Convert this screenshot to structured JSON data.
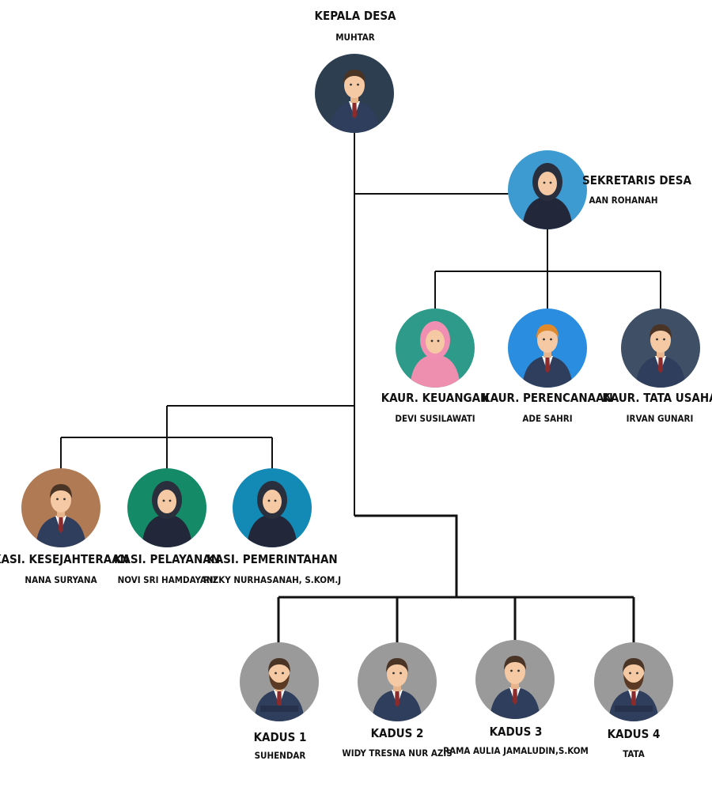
{
  "nodes": [
    {
      "id": "kepala",
      "title": "KEPALA DESA",
      "name": "MUHTAR",
      "color": "#2c3e50",
      "figure": "man-suit"
    },
    {
      "id": "sekretaris",
      "title": "SEKRETARIS DESA",
      "name": "AAN ROHANAH",
      "color": "#3d9bd1",
      "figure": "woman-hijab"
    },
    {
      "id": "keuangan",
      "title": "KAUR. KEUANGAN",
      "name": "DEVI SUSILAWATI",
      "color": "#2e9b8a",
      "figure": "woman-pink"
    },
    {
      "id": "perencanaan",
      "title": "KAUR. PERENCANAAN",
      "name": "ADE SAHRI",
      "color": "#2b8de0",
      "figure": "man-blonde"
    },
    {
      "id": "tatausaha",
      "title": "KAUR. TATA USAHA",
      "name": "IRVAN GUNARI",
      "color": "#3f4f66",
      "figure": "man-suit"
    },
    {
      "id": "kesejahteraan",
      "title": "KASI. KESEJAHTERAAN",
      "name": "NANA SURYANA",
      "color": "#b07a55",
      "figure": "man-suit"
    },
    {
      "id": "pelayanan",
      "title": "KASI. PELAYANAN",
      "name": "NOVI SRI HAMDAYANI",
      "color": "#148a66",
      "figure": "woman-hijab"
    },
    {
      "id": "pemerintahan",
      "title": "KASI. PEMERINTAHAN",
      "name": "RIZKY NURHASANAH, S.KOM.J",
      "color": "#138ab5",
      "figure": "woman-hijab"
    },
    {
      "id": "kadus1",
      "title": "KADUS 1",
      "name": "SUHENDAR",
      "color": "#9a9a9a",
      "figure": "man-beard"
    },
    {
      "id": "kadus2",
      "title": "KADUS 2",
      "name": "WIDY TRESNA NUR AZIS",
      "color": "#9a9a9a",
      "figure": "man-suit"
    },
    {
      "id": "kadus3",
      "title": "KADUS 3",
      "name": "RAMA AULIA JAMALUDIN,S.KOM",
      "color": "#9a9a9a",
      "figure": "man-suit"
    },
    {
      "id": "kadus4",
      "title": "KADUS 4",
      "name": "TATA",
      "color": "#9a9a9a",
      "figure": "man-beard"
    }
  ],
  "links": [
    {
      "from": "kepala",
      "to": "sekretaris"
    },
    {
      "from": "sekretaris",
      "to": "keuangan"
    },
    {
      "from": "sekretaris",
      "to": "perencanaan"
    },
    {
      "from": "sekretaris",
      "to": "tatausaha"
    },
    {
      "from": "kepala",
      "to": "kesejahteraan"
    },
    {
      "from": "kepala",
      "to": "pelayanan"
    },
    {
      "from": "kepala",
      "to": "pemerintahan"
    },
    {
      "from": "kepala",
      "to": "kadus1"
    },
    {
      "from": "kepala",
      "to": "kadus2"
    },
    {
      "from": "kepala",
      "to": "kadus3"
    },
    {
      "from": "kepala",
      "to": "kadus4"
    }
  ]
}
